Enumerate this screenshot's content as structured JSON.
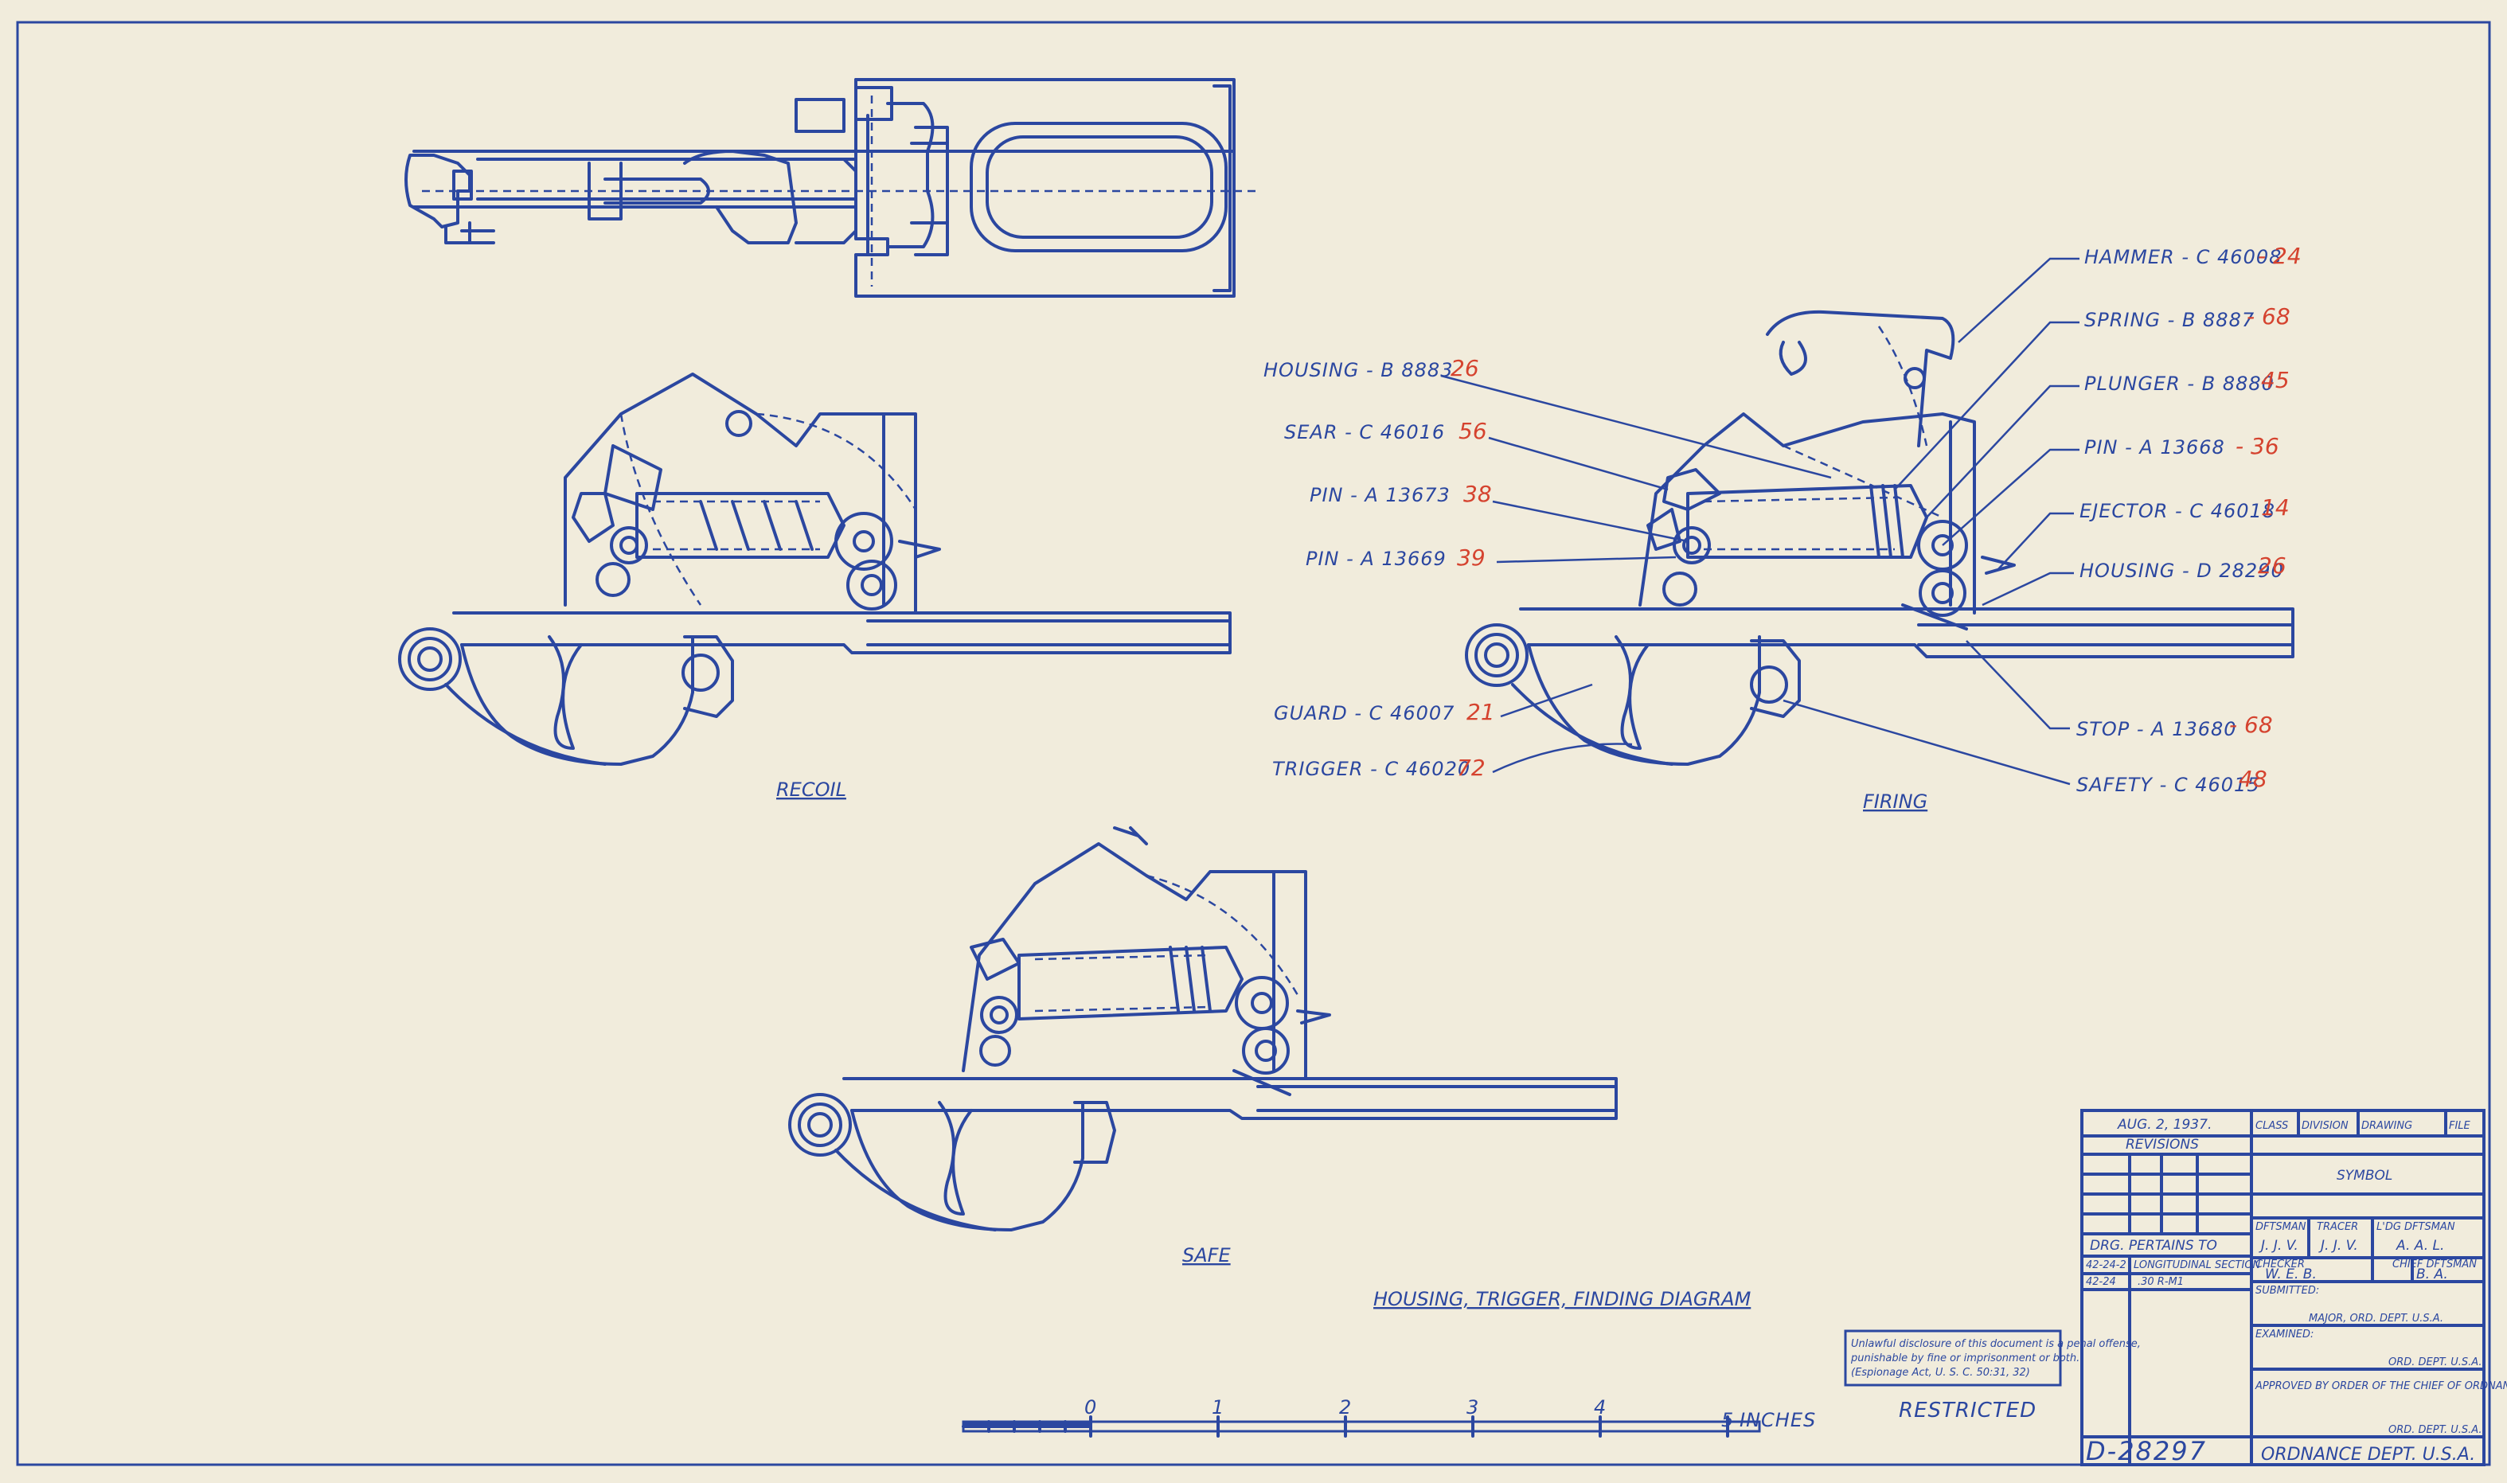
{
  "title": "HOUSING, TRIGGER, FINDING DIAGRAM",
  "views": {
    "recoil": "RECOIL",
    "firing": "FIRING",
    "safe": "SAFE"
  },
  "parts_left": [
    {
      "part": "HOUSING - B 8883",
      "qty": "26"
    },
    {
      "part": "SEAR - C 46016",
      "qty": "56"
    },
    {
      "part": "PIN - A 13673",
      "qty": "38"
    },
    {
      "part": "PIN - A 13669",
      "qty": "39"
    },
    {
      "part": "GUARD - C 46007",
      "qty": "21"
    },
    {
      "part": "TRIGGER - C 46020",
      "qty": "72"
    }
  ],
  "parts_right": [
    {
      "part": "HAMMER - C 46008",
      "qty": "- 24"
    },
    {
      "part": "SPRING - B 8887",
      "qty": "- 68"
    },
    {
      "part": "PLUNGER - B 8880",
      "qty": "45"
    },
    {
      "part": "PIN - A 13668",
      "qty": "- 36"
    },
    {
      "part": "EJECTOR - C 46018",
      "qty": "14"
    },
    {
      "part": "HOUSING - D 28290",
      "qty": "26"
    },
    {
      "part": "STOP - A 13680",
      "qty": "- 68"
    },
    {
      "part": "SAFETY - C 46015",
      "qty": "48"
    }
  ],
  "scale": {
    "ticks": [
      "0",
      "1",
      "2",
      "3",
      "4",
      "5"
    ],
    "unit": "INCHES"
  },
  "disclosure_notice": [
    "Unlawful disclosure of this document is a penal offense,",
    "punishable by fine or imprisonment or both.",
    "(Espionage Act, U. S. C. 50:31, 32)"
  ],
  "restricted": "RESTRICTED",
  "title_block": {
    "date": "AUG. 2, 1937.",
    "revisions": "REVISIONS",
    "headers": [
      "CLASS",
      "DIVISION",
      "DRAWING",
      "FILE"
    ],
    "symbol": "SYMBOL",
    "pertains_to": "DRG. PERTAINS TO",
    "pertains_rows": [
      [
        "42-24-2",
        "LONGITUDINAL SECTION"
      ],
      [
        "42-24",
        ".30 R-M1"
      ]
    ],
    "dftsman_label": "DFTSMAN",
    "dftsman": "J. J. V.",
    "tracer_label": "TRACER",
    "tracer": "J. J. V.",
    "ldg_label": "L'DG DFTSMAN",
    "ldg": "A. A. L.",
    "checker_label": "CHECKER",
    "checker": "W. E. B.",
    "chief_label": "CHIEF DFTSMAN",
    "chief": "B. A.",
    "submitted": "SUBMITTED:",
    "major": "MAJOR, ORD. DEPT. U.S.A.",
    "examined": "EXAMINED:",
    "ord_dept": "ORD. DEPT. U.S.A.",
    "approved": "APPROVED BY ORDER OF THE CHIEF OF ORDNANCE:",
    "ord_dept2": "ORD. DEPT. U.S.A.",
    "drawing_number": "D-28297",
    "dept": "ORDNANCE DEPT. U.S.A."
  }
}
